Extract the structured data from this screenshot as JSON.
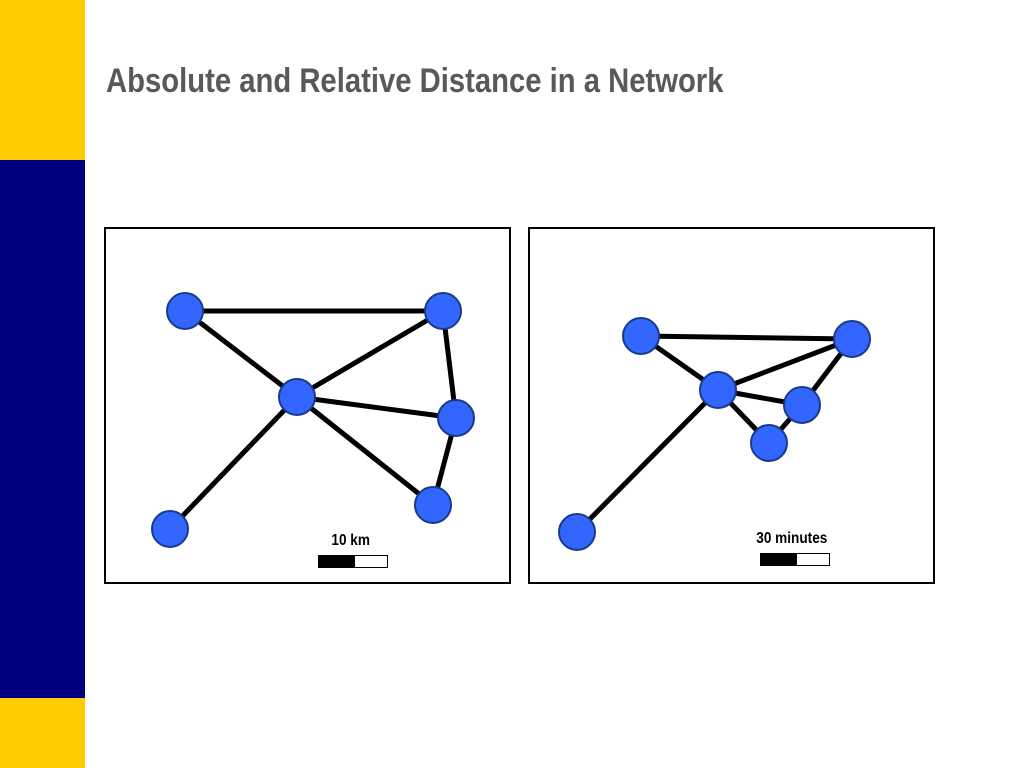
{
  "slide": {
    "title": "Absolute and Relative Distance in a Network",
    "colors": {
      "sidebar_yellow": "#FFCC00",
      "sidebar_navy": "#000080",
      "title_text": "#595959",
      "node_fill": "#3366FF",
      "node_stroke": "#1a3a8a",
      "edge": "#000000"
    }
  },
  "panels": [
    {
      "scale_label": "10 km",
      "nodes": [
        "a",
        "b",
        "c",
        "d",
        "e",
        "f"
      ],
      "edges": [
        [
          "a",
          "b"
        ],
        [
          "a",
          "c"
        ],
        [
          "c",
          "b"
        ],
        [
          "c",
          "d"
        ],
        [
          "c",
          "e"
        ],
        [
          "b",
          "d"
        ],
        [
          "d",
          "e"
        ],
        [
          "c",
          "f"
        ]
      ]
    },
    {
      "scale_label": "30 minutes",
      "nodes": [
        "a",
        "b",
        "c",
        "d",
        "e",
        "f"
      ],
      "edges": [
        [
          "a",
          "b"
        ],
        [
          "a",
          "c"
        ],
        [
          "c",
          "b"
        ],
        [
          "c",
          "d"
        ],
        [
          "c",
          "e"
        ],
        [
          "b",
          "d"
        ],
        [
          "d",
          "e"
        ],
        [
          "c",
          "f"
        ]
      ]
    }
  ]
}
